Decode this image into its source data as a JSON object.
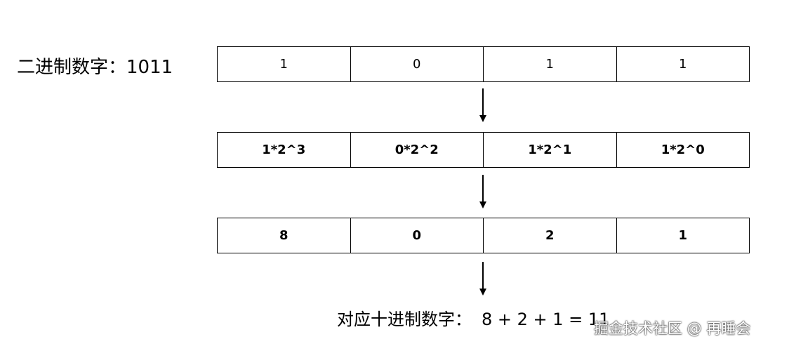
{
  "binary_label": "二进制数字：1011",
  "rows": {
    "bits": [
      "1",
      "0",
      "1",
      "1"
    ],
    "powers": [
      "1*2^3",
      "0*2^2",
      "1*2^1",
      "1*2^0"
    ],
    "values": [
      "8",
      "0",
      "2",
      "1"
    ]
  },
  "result": {
    "label": "对应十进制数字：",
    "expression": "8 + 2 + 1 = 11"
  },
  "watermark": "掘金技术社区 @ 再睡会"
}
